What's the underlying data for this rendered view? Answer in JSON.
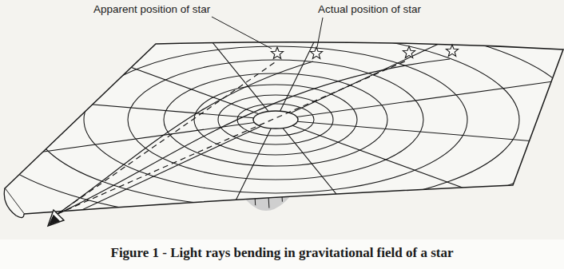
{
  "diagram": {
    "caption": "Figure 1 - Light rays bending in gravitational field of a star",
    "labels": [
      "Apparent position of star",
      "Actual position of star"
    ]
  }
}
